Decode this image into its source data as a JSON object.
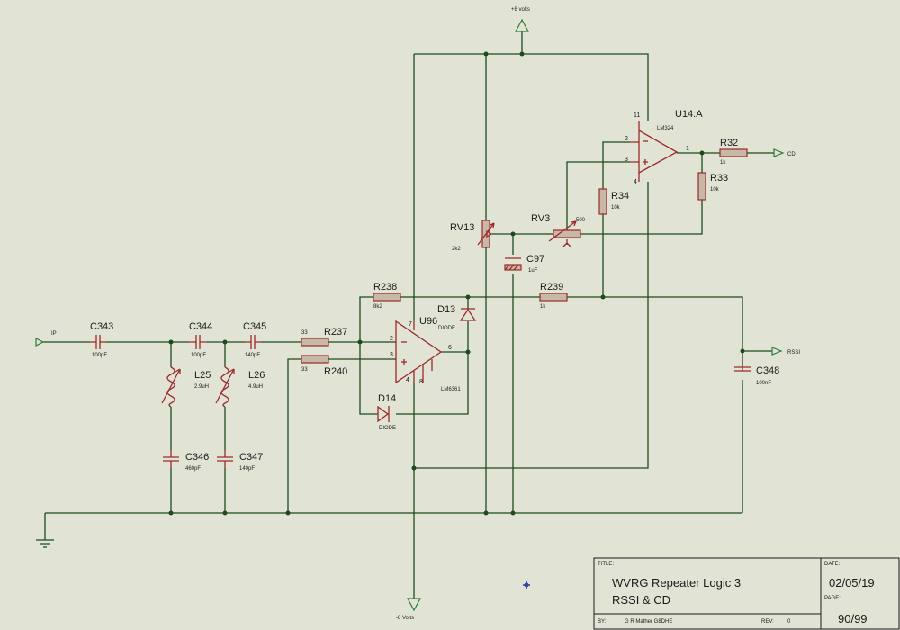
{
  "supply": {
    "pos": "+8 volts",
    "neg": "-8 Volts"
  },
  "ports": {
    "input": "IP",
    "cd": "CD",
    "rssi": "RSSI"
  },
  "parts": {
    "C343": {
      "ref": "C343",
      "value": "100pF"
    },
    "C344": {
      "ref": "C344",
      "value": "100pF"
    },
    "C345": {
      "ref": "C345",
      "value": "140pF"
    },
    "L25": {
      "ref": "L25",
      "value": "2.9uH"
    },
    "L26": {
      "ref": "L26",
      "value": "4.9uH"
    },
    "C346": {
      "ref": "C346",
      "value": "460pF"
    },
    "C347": {
      "ref": "C347",
      "value": "140pF"
    },
    "R237": {
      "ref": "R237",
      "value": "33"
    },
    "R240": {
      "ref": "R240",
      "value": "33"
    },
    "R238": {
      "ref": "R238",
      "value": "8k2"
    },
    "U96": {
      "ref": "U96",
      "value": "LM6361"
    },
    "D13": {
      "ref": "D13",
      "value": "DIODE"
    },
    "D14": {
      "ref": "D14",
      "value": "DIODE"
    },
    "R239": {
      "ref": "R239",
      "value": "1k"
    },
    "C348": {
      "ref": "C348",
      "value": "100nF"
    },
    "RV13": {
      "ref": "RV13",
      "value": "2k2"
    },
    "C97": {
      "ref": "C97",
      "value": "1uF"
    },
    "RV3": {
      "ref": "RV3",
      "value": "500"
    },
    "R34": {
      "ref": "R34",
      "value": "10k"
    },
    "R33": {
      "ref": "R33",
      "value": "10k"
    },
    "R32": {
      "ref": "R32",
      "value": "1k"
    },
    "U14": {
      "ref": "U14:A",
      "value": "LM324"
    }
  },
  "pins": {
    "u96_inv": "2",
    "u96_noninv": "3",
    "u96_out": "6",
    "u96_vp": "7",
    "u96_vn": "4",
    "u96_extra": "8",
    "u14_inv": "2",
    "u14_noninv": "3",
    "u14_out": "1",
    "u14_vp": "11",
    "u14_vn": "4"
  },
  "title_block": {
    "title_label": "TITLE:",
    "title_line1": "WVRG Repeater Logic 3",
    "title_line2": "RSSI & CD",
    "date_label": "DATE:",
    "date": "02/05/19",
    "page_label": "PAGE:",
    "page": "90/99",
    "by_label": "BY:",
    "author": "G R Mather G8DHE",
    "rev_label": "REV:",
    "rev": "0"
  }
}
